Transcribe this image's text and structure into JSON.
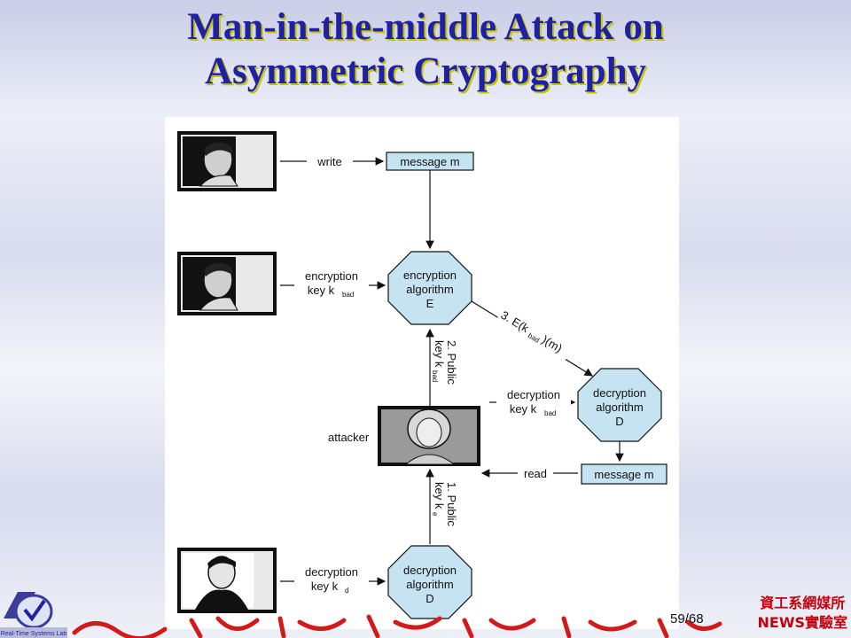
{
  "slide": {
    "title_line1": "Man-in-the-middle Attack on",
    "title_line2": "Asymmetric Cryptography",
    "page": "59",
    "total": "/68",
    "dept_line1": "資工系網媒所",
    "dept_line2": "NEWS實驗室",
    "logo_text": "Real-Time Systems Lab"
  },
  "diagram": {
    "write_label": "write",
    "message_top": "message m",
    "enc_key_label1": "encryption",
    "enc_key_label2": "key k",
    "enc_key_sub": "bad",
    "enc_algo": [
      "encryption",
      "algorithm",
      "E"
    ],
    "step2_label1": "2. Public",
    "step2_label2": "key k",
    "step2_sub": "bad",
    "step3_pre": "3. E(k",
    "step3_sub": "bad",
    "step3_post": ")(m)",
    "dec_key_label1": "decryption",
    "dec_key_label2": "key k",
    "dec_key_sub": "bad",
    "dec_algo_right": [
      "decryption",
      "algorithm",
      "D"
    ],
    "attacker_label": "attacker",
    "read_label": "read",
    "message_right": "message m",
    "step1_label1": "1. Public",
    "step1_label2": "key k",
    "step1_sub": "e",
    "dec_key_bottom1": "decryption",
    "dec_key_bottom2": "key k",
    "dec_key_bottom_sub": "d",
    "dec_algo_bottom": [
      "decryption",
      "algorithm",
      "D"
    ]
  },
  "colors": {
    "title": "#1f21a5",
    "title_shadow": "#c8c400",
    "node_fill": "#c6e3f2",
    "accent_red": "#c4000c"
  }
}
